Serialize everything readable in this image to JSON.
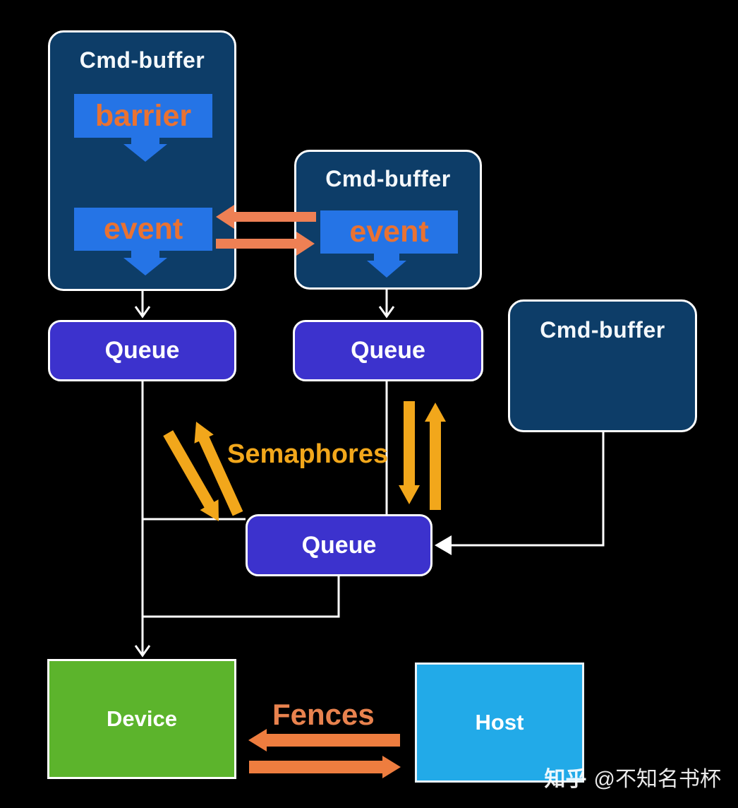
{
  "colors": {
    "background": "#000000",
    "cmd_buffer_fill": "#0d3d68",
    "box_border": "#ffffff",
    "chip_fill": "#2574e6",
    "chip_text_orange": "#e97232",
    "queue_fill": "#3c32cd",
    "device_fill": "#5cb42c",
    "host_fill": "#22aae8",
    "semaphore_yellow": "#f2a71b",
    "fences_arrow_orange": "#ee7d3f",
    "fences_text_orange": "#e8824e",
    "event_arrow_orange": "#ee8054",
    "connector_white": "#ffffff"
  },
  "nodes": {
    "cmd_buffer_1": {
      "title": "Cmd-buffer",
      "chips": [
        {
          "label": "barrier"
        },
        {
          "label": "event"
        }
      ]
    },
    "cmd_buffer_2": {
      "title": "Cmd-buffer",
      "chips": [
        {
          "label": "event"
        }
      ]
    },
    "cmd_buffer_3": {
      "title": "Cmd-buffer"
    },
    "queue_1": {
      "label": "Queue"
    },
    "queue_2": {
      "label": "Queue"
    },
    "queue_3": {
      "label": "Queue"
    },
    "device": {
      "label": "Device"
    },
    "host": {
      "label": "Host"
    }
  },
  "edge_labels": {
    "semaphores": "Semaphores",
    "fences": "Fences"
  },
  "watermark": {
    "brand": "知乎",
    "handle": "@不知名书杯"
  }
}
